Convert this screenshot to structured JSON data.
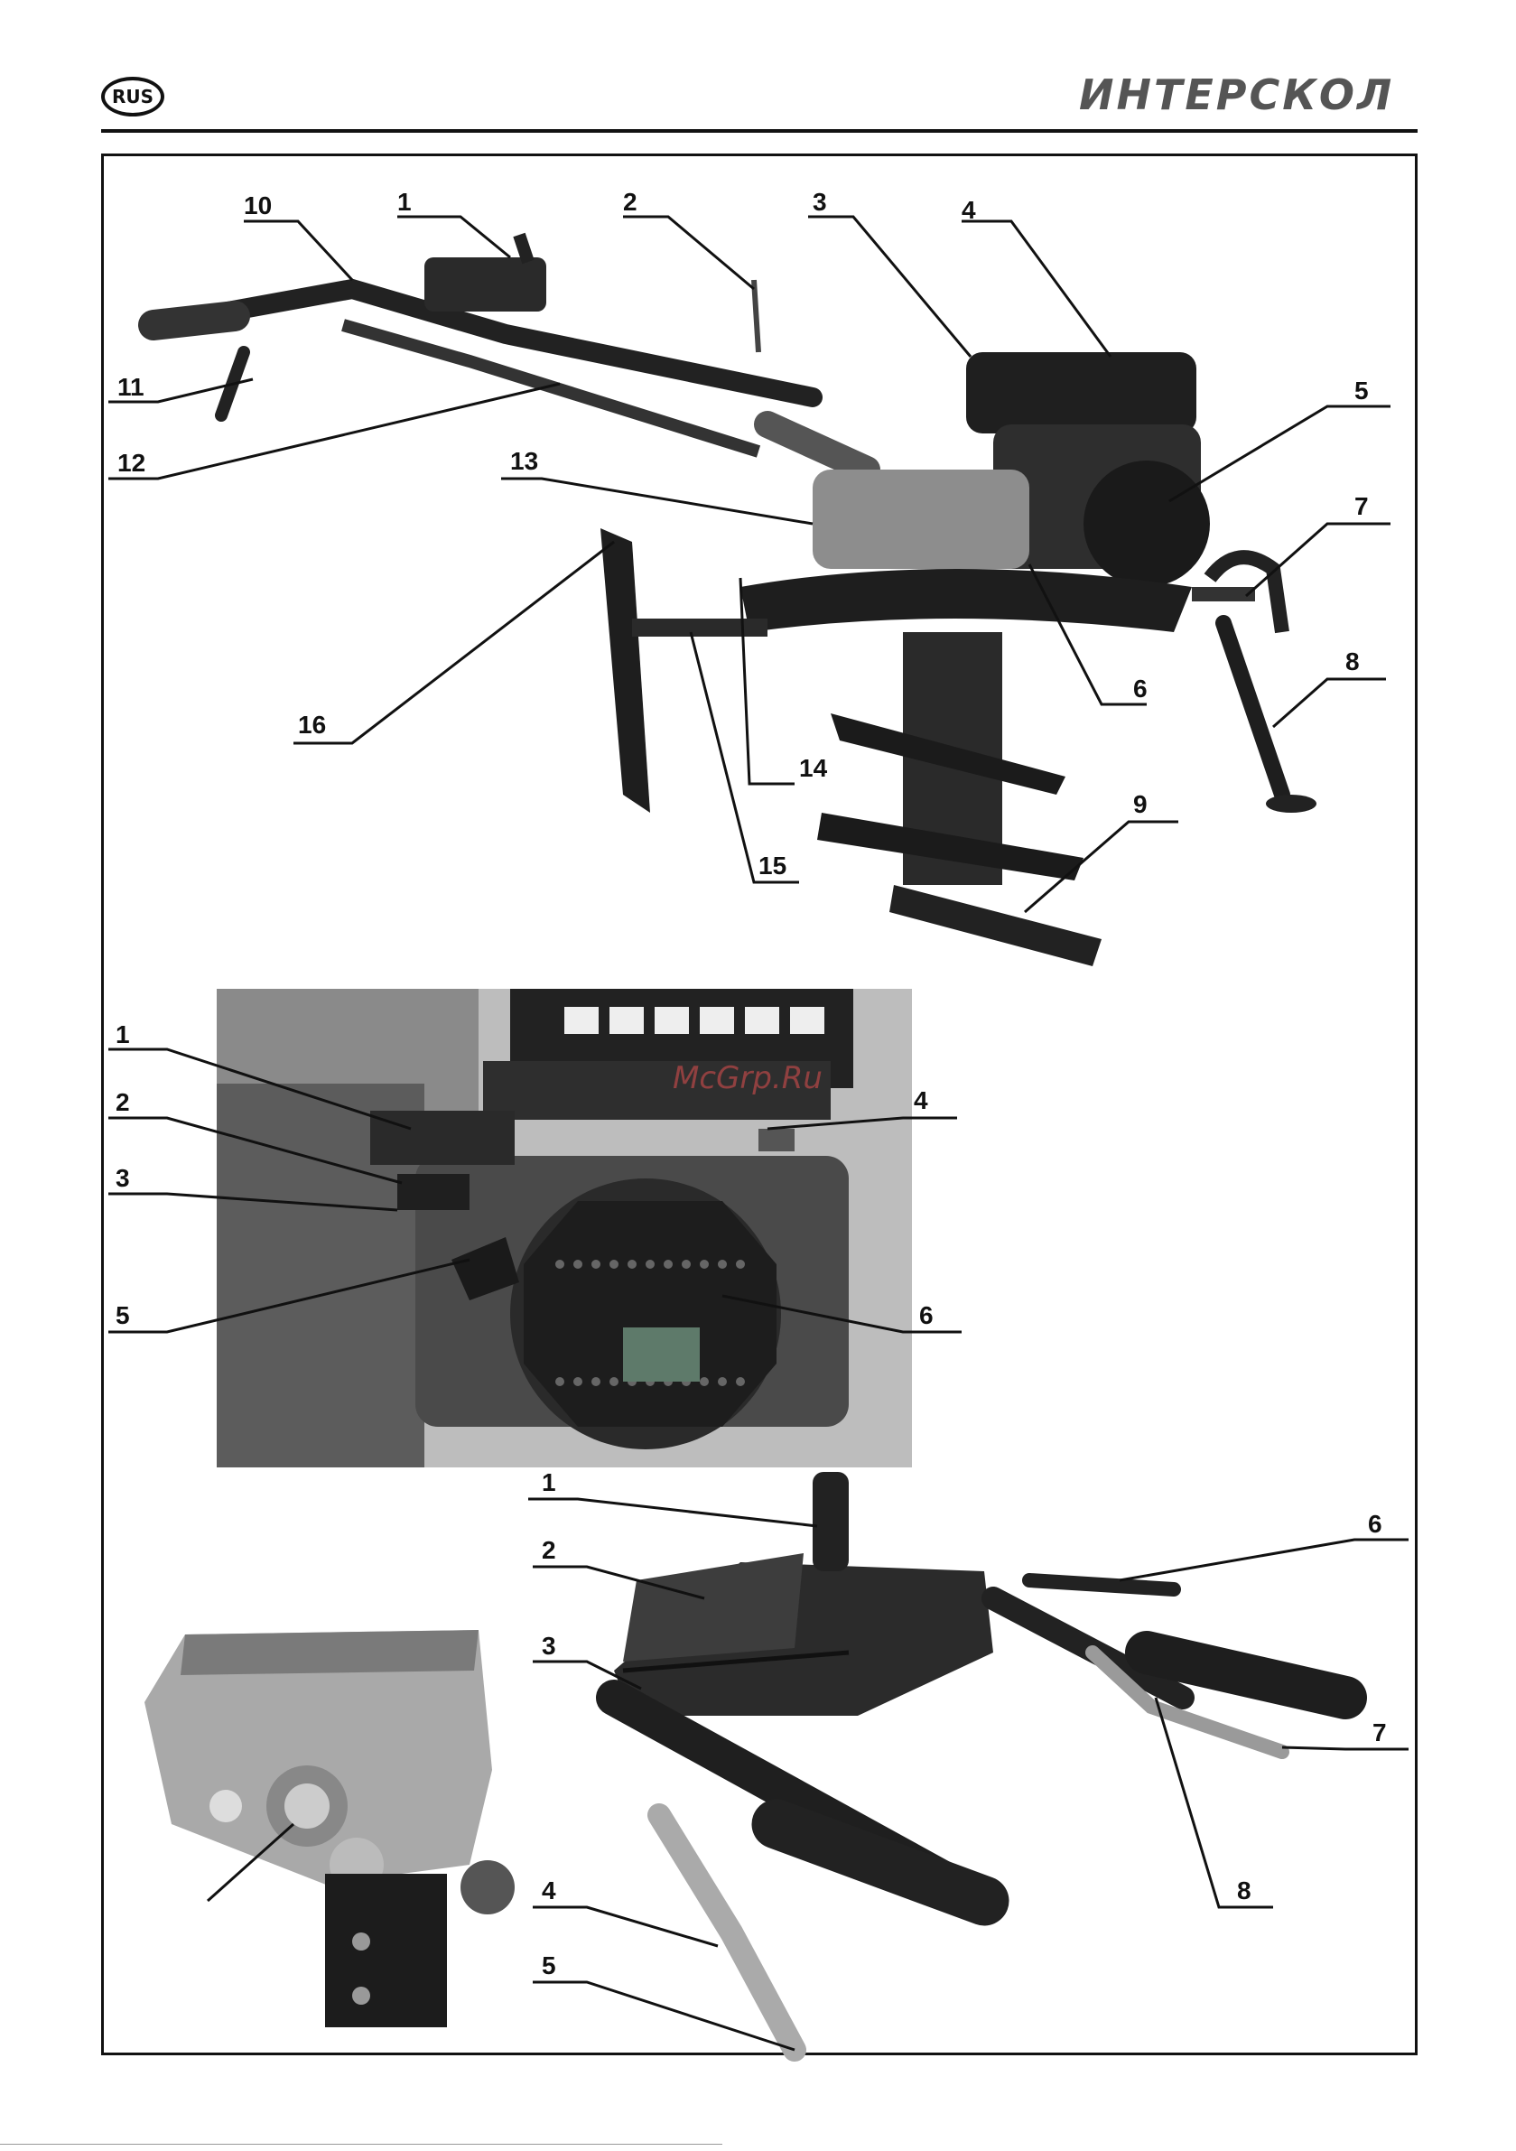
{
  "header": {
    "lang_badge": "RUS",
    "brand": "ИНТЕРСКОЛ"
  },
  "watermark": "McGrp.Ru",
  "figures": {
    "tiller": {
      "labels": [
        "1",
        "2",
        "3",
        "4",
        "5",
        "6",
        "7",
        "8",
        "9",
        "10",
        "11",
        "12",
        "13",
        "14",
        "15",
        "16"
      ]
    },
    "engine": {
      "labels": [
        "1",
        "2",
        "3",
        "4",
        "5",
        "6"
      ]
    },
    "handle": {
      "labels": [
        "1",
        "2",
        "3",
        "4",
        "5",
        "6",
        "7",
        "8"
      ]
    }
  },
  "colors": {
    "ink": "#111111",
    "photo_dark": "#2a2a2a",
    "photo_mid": "#6b6b6b",
    "photo_light": "#b9b9b9",
    "watermark": "#e05050"
  }
}
